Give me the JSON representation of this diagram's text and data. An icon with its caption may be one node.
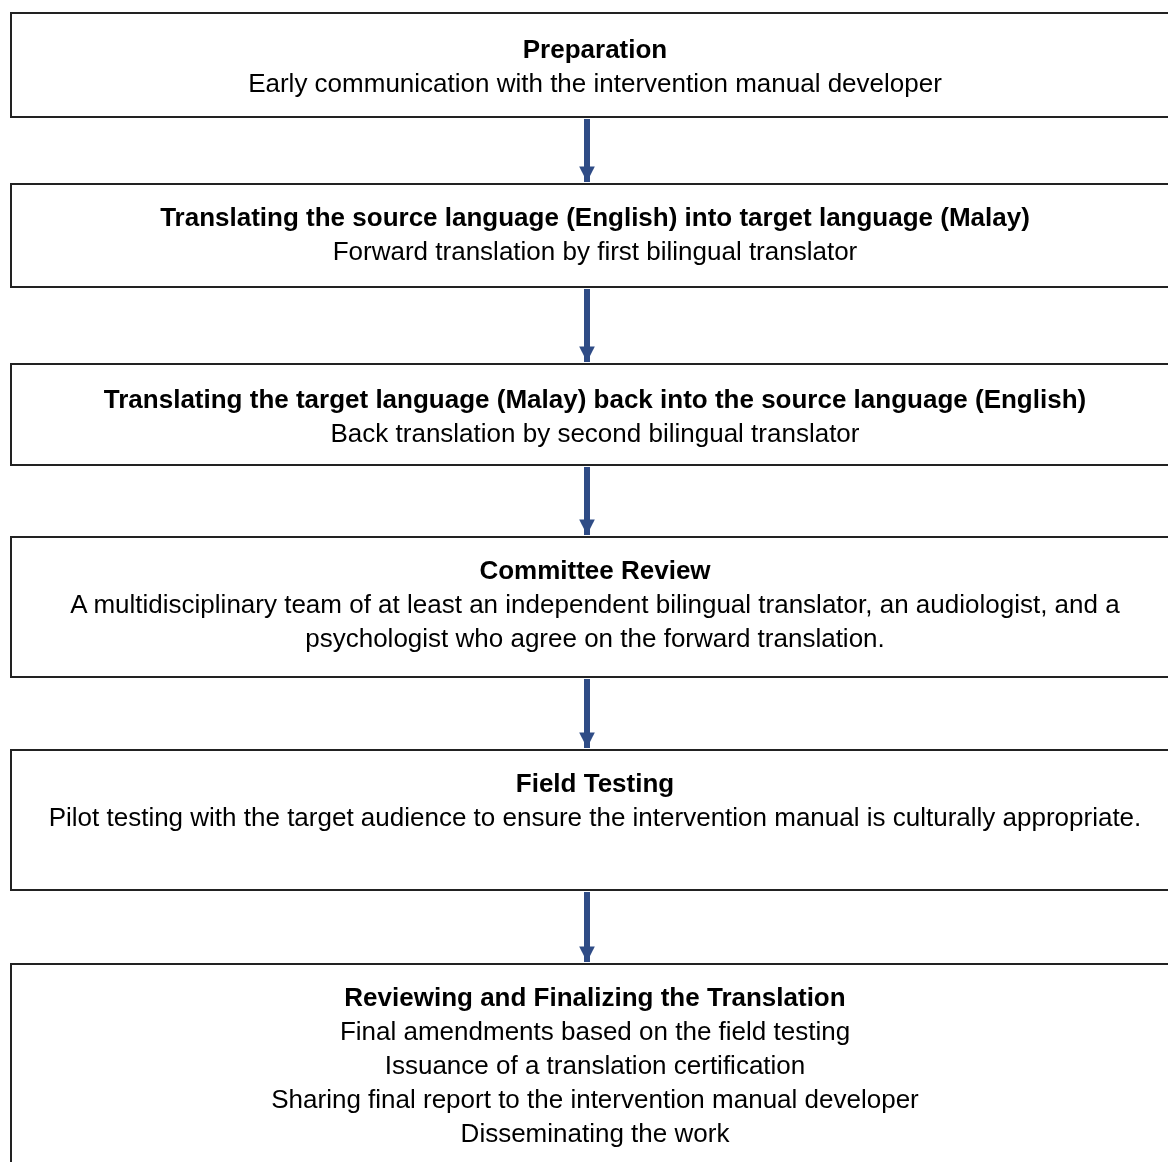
{
  "diagram": {
    "nodes": [
      {
        "text": [
          "Preparation",
          "Early communication with the intervention manual developer"
        ]
      },
      {
        "text": [
          "Translating the source language (English) into target language (Malay)",
          "Forward translation by first bilingual translator"
        ]
      },
      {
        "text": [
          "Translating the target language (Malay) back into the source language (English)",
          "Back translation by second bilingual translator"
        ]
      },
      {
        "text": [
          "Committee Review",
          "A multidisciplinary team of at least an independent bilingual translator, an audiologist, and a psychologist who agree on the forward translation."
        ]
      },
      {
        "text": [
          "Field Testing",
          "Pilot testing with the target audience to ensure the intervention manual is culturally appropriate."
        ]
      },
      {
        "text": [
          "Reviewing and Finalizing the Translation",
          "Final amendments based on the field testing",
          "Issuance of a translation certification",
          "Sharing final report to the intervention manual developer",
          "Disseminating the work"
        ]
      }
    ],
    "edges": [
      {
        "from": 0,
        "to": 1,
        "arrow": "to"
      },
      {
        "from": 1,
        "to": 2,
        "arrow": "to"
      },
      {
        "from": 2,
        "to": 3,
        "arrow": "to"
      },
      {
        "from": 3,
        "to": 4,
        "arrow": "to"
      },
      {
        "from": 4,
        "to": 5,
        "arrow": "to"
      }
    ]
  }
}
